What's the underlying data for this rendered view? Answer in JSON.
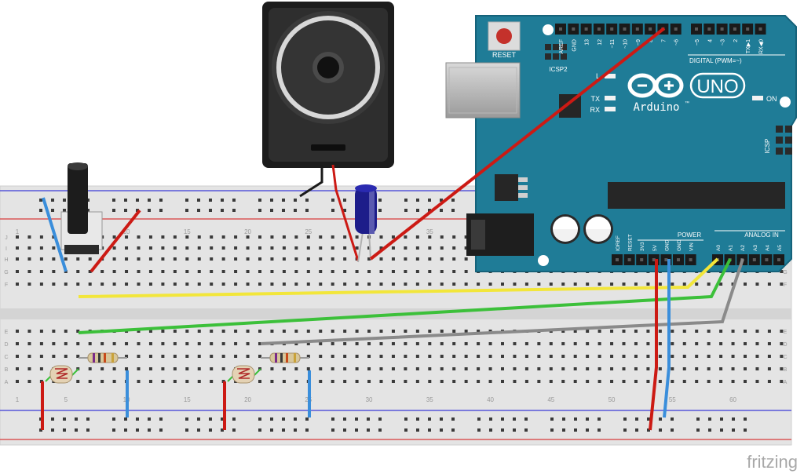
{
  "breadboard": {
    "column_numbers": [
      "1",
      "5",
      "10",
      "15",
      "20",
      "25",
      "30",
      "35",
      "40",
      "45",
      "50",
      "55",
      "60"
    ],
    "row_letters_top": [
      "J",
      "I",
      "H",
      "G",
      "F"
    ],
    "row_letters_bottom": [
      "E",
      "D",
      "C",
      "B",
      "A"
    ]
  },
  "arduino": {
    "reset_label": "RESET",
    "icsp2_label": "ICSP2",
    "icsp_label": "ICSP",
    "l_label": "L",
    "tx_label": "TX",
    "rx_label": "RX",
    "on_label": "ON",
    "brand": "Arduino",
    "trademark": "™",
    "model": "UNO",
    "digital_label": "DIGITAL (PWM=~)",
    "power_label": "POWER",
    "analog_label": "ANALOG IN",
    "top_pins": [
      "AREF",
      "GND",
      "13",
      "12",
      "~11",
      "~10",
      "~9",
      "8",
      "7",
      "~6",
      "~5",
      "4",
      "~3",
      "2",
      "TX▶1",
      "RX◀0"
    ],
    "power_pins": [
      "IOREF",
      "RESET",
      "3V3",
      "5V",
      "GND",
      "GND",
      "VIN"
    ],
    "analog_pins": [
      "A0",
      "A1",
      "A2",
      "A3",
      "A4",
      "A5"
    ]
  },
  "wire_colors": {
    "red": "#cc1a14",
    "blue": "#3a8edb",
    "yellow": "#f2e63a",
    "green": "#3cc03a",
    "gray": "#8a8a8a",
    "black": "#1a1a1a"
  },
  "board_color": "#1f7c97",
  "watermark": "fritzing"
}
